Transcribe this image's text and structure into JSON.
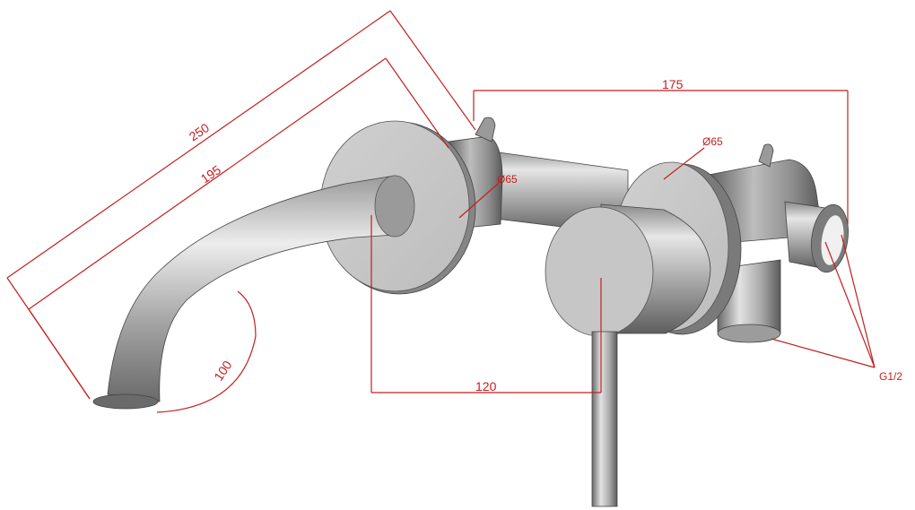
{
  "dimensions": {
    "total_length": "250",
    "spout_length": "195",
    "centers_width": "175",
    "handle_offset": "120",
    "spout_radius": "100",
    "rosette_left": "Ø65",
    "rosette_right": "Ø65",
    "connection": "G1/2"
  },
  "colors": {
    "dimension_line": "#c41e1e",
    "metal_light": "#ececec",
    "metal_mid": "#b4b4b4",
    "metal_dark": "#6e6e6e"
  }
}
